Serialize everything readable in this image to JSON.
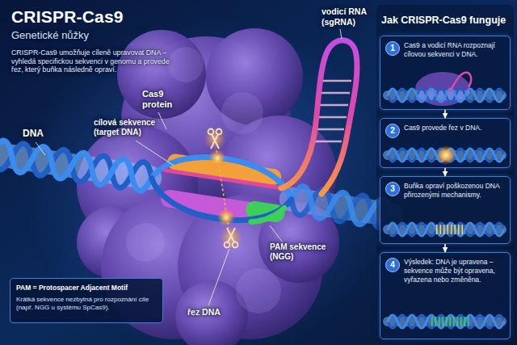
{
  "diagram": {
    "title": "CRISPR-Cas9",
    "nodes": [
      {
        "text": [
          "Jak CRISPR-Cas9 funguje"
        ]
      },
      {
        "text": [
          "1",
          "Cas9 a vodicí RNA rozpoznají cílovou sekvenci v DNA."
        ],
        "in": 0
      },
      {
        "text": [
          "2",
          "Cas9 provede řez v DNA."
        ],
        "in": 0
      },
      {
        "text": [
          "3",
          "Buňka opraví poškozenou DNA přirozenými mechanismy."
        ],
        "in": 0
      },
      {
        "text": [
          "4",
          "Výsledek: DNA je upravena – sekvence může být opravena, vyřazena nebo změněna."
        ],
        "in": 0
      },
      {
        "text": [
          "PAM = Protospacer Adjacent Motif",
          "Krátká sekvence nezbytná pro rozpoznání cíle (např. NGG u systému SpCas9)."
        ]
      }
    ],
    "edges": [
      {
        "from": 1,
        "to": 2,
        "arrow": "to"
      },
      {
        "from": 2,
        "to": 3,
        "arrow": "to"
      },
      {
        "from": 3,
        "to": 4,
        "arrow": "to"
      }
    ],
    "labels": [
      "Genetické nůžky",
      "CRISPR-Cas9 umožňuje cíleně upravovat DNA – vyhledá specifickou sekvenci v genomu a provede řez, který buňka následně opraví.",
      "DNA",
      "Cas9 protein",
      "vodicí RNA (sgRNA)",
      "cílová sekvence (target DNA)",
      "PAM sekvence (NGG)",
      "řez DNA"
    ]
  }
}
